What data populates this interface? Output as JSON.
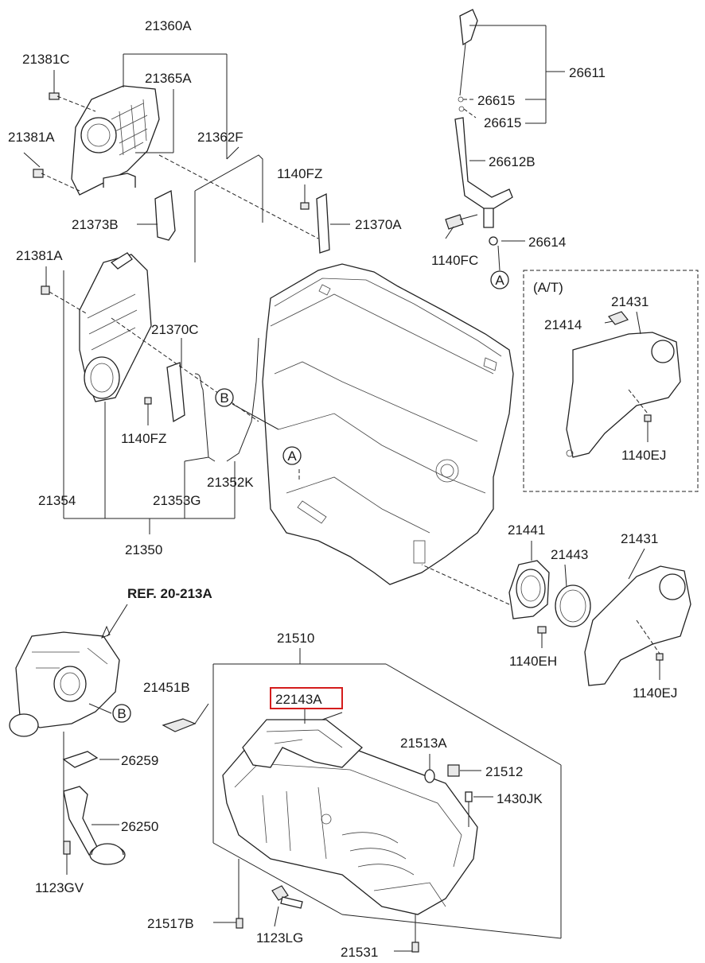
{
  "labels": {
    "p21360A": "21360A",
    "p21381C": "21381C",
    "p21365A": "21365A",
    "p21381A_top": "21381A",
    "p21362F": "21362F",
    "p1140FZ_top": "1140FZ",
    "p21373B": "21373B",
    "p21370A": "21370A",
    "p21381A_mid": "21381A",
    "p21370C": "21370C",
    "p1140FZ_mid": "1140FZ",
    "p21354": "21354",
    "p21353G": "21353G",
    "p21352K": "21352K",
    "p21350": "21350",
    "p26611": "26611",
    "p26615_a": "26615",
    "p26615_b": "26615",
    "p26612B": "26612B",
    "p26614": "26614",
    "p1140FC": "1140FC",
    "at_label": "(A/T)",
    "p21431_at": "21431",
    "p21414": "21414",
    "p1140EJ_at": "1140EJ",
    "p21441": "21441",
    "p21443": "21443",
    "p21431": "21431",
    "p1140EH": "1140EH",
    "p1140EJ": "1140EJ",
    "ref": "REF. 20-213A",
    "p21510": "21510",
    "p21451B": "21451B",
    "p22143A": "22143A",
    "p21513A": "21513A",
    "p21512": "21512",
    "p1430JK": "1430JK",
    "p26259": "26259",
    "p26250": "26250",
    "p1123GV": "1123GV",
    "p21517B": "21517B",
    "p1123LG": "1123LG",
    "p21531": "21531"
  },
  "callouts": {
    "a_top": "A",
    "a_engine": "A",
    "b_engine": "B",
    "b_pump": "B"
  },
  "highlight_color": "#d41c1c"
}
